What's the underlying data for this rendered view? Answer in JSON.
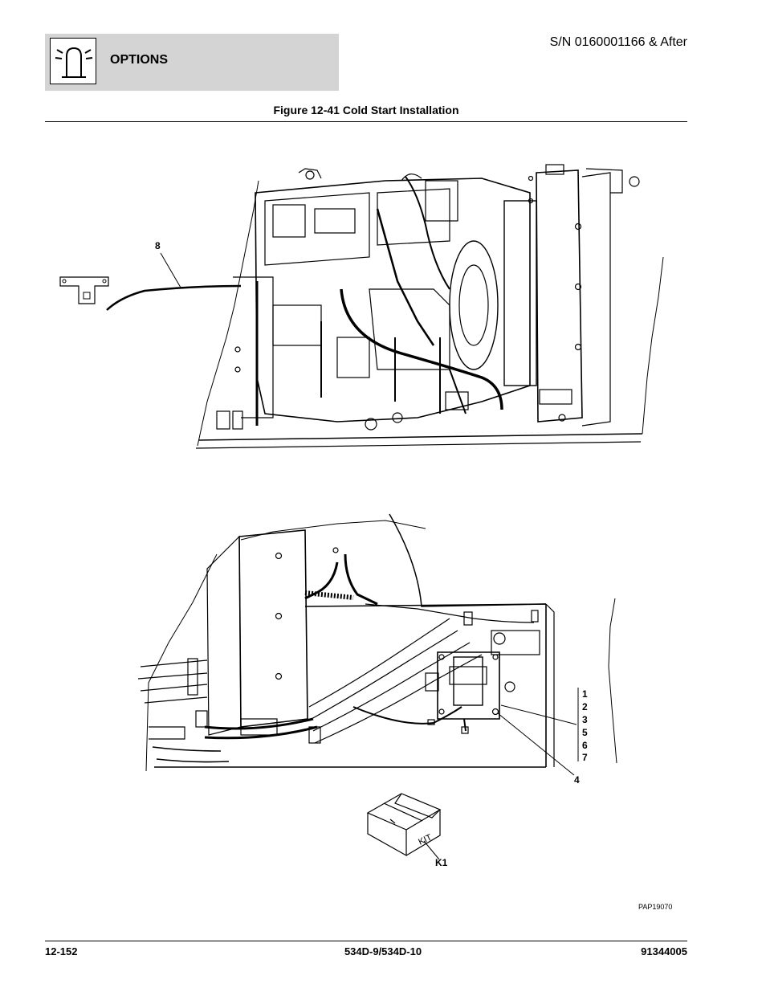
{
  "header": {
    "section": "OPTIONS",
    "serial": "S/N 0160001166 & After",
    "icon": "beacon-light-icon"
  },
  "figure": {
    "title": "Figure 12-41 Cold Start Installation",
    "code": "PAP19070",
    "callouts": {
      "c8": "8",
      "c1": "1",
      "c2": "2",
      "c3": "3",
      "c5": "5",
      "c6": "6",
      "c7": "7",
      "c4": "4",
      "k1": "K1"
    },
    "kit_label": "KIT"
  },
  "footer": {
    "page": "12-152",
    "model": "534D-9/534D-10",
    "part": "91344005"
  }
}
